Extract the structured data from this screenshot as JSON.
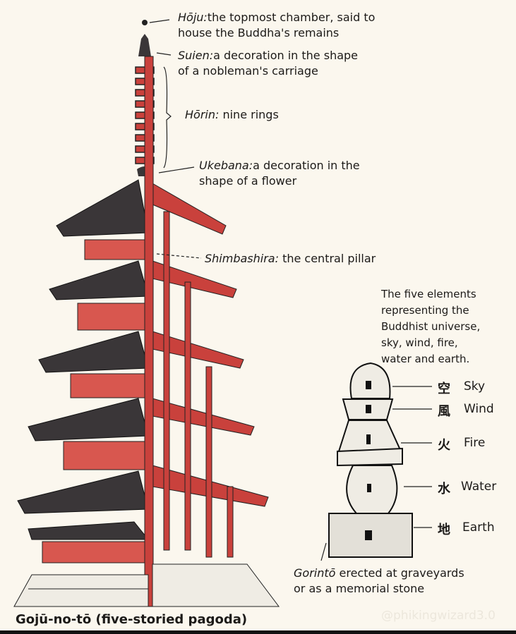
{
  "title": "Gojū-no-tō (five-storied pagoda)",
  "labels": {
    "hoju": {
      "term": "Hōju:",
      "desc": "the topmost chamber, said to",
      "desc2": "house the Buddha's remains"
    },
    "suien": {
      "term": "Suien:",
      "desc": "a decoration  in the shape",
      "desc2": "of a nobleman's carriage"
    },
    "horin": {
      "term": "Hōrin:",
      "desc": " nine rings"
    },
    "ukebana": {
      "term": "Ukebana:",
      "desc": "a decoration  in the",
      "desc2": "shape of a flower"
    },
    "shimbashira": {
      "term": "Shimbashira:",
      "desc": " the  central pillar"
    }
  },
  "five_elements": {
    "caption": [
      "The five elements",
      "representing the",
      "Buddhist universe,",
      "sky, wind, fire,",
      "water and earth."
    ],
    "items": [
      {
        "kanji": "空",
        "name": "Sky"
      },
      {
        "kanji": "風",
        "name": "Wind"
      },
      {
        "kanji": "火",
        "name": "Fire"
      },
      {
        "kanji": "水",
        "name": "Water"
      },
      {
        "kanji": "地",
        "name": "Earth"
      }
    ],
    "gorinto": {
      "term": "Gorintō",
      "desc": " erected   at graveyards",
      "desc2": "or as a memorial stone"
    }
  },
  "watermark": "@phikingwizard3.0",
  "colors": {
    "red": "#c9413c",
    "roof": "#3a3638",
    "paper": "#fbf7ee"
  }
}
